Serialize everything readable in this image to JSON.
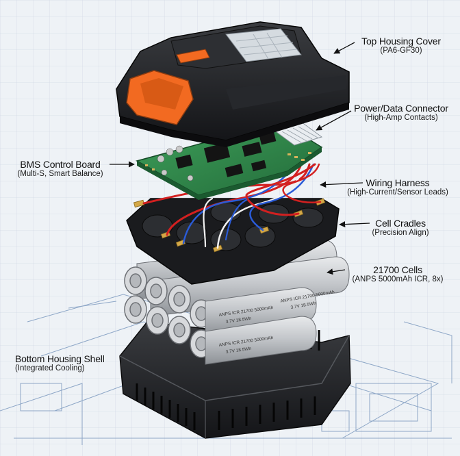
{
  "labels": {
    "top_housing": {
      "title": "Top Housing Cover",
      "sub": "(PA6-GF30)"
    },
    "connector": {
      "title": "Power/Data Connector",
      "sub": "(High-Amp Contacts)"
    },
    "bms": {
      "title": "BMS Control Board",
      "sub": "(Multi-S, Smart Balance)"
    },
    "harness": {
      "title": "Wiring Harness",
      "sub": "(High-Current/Sensor Leads)"
    },
    "cradles": {
      "title": "Cell Cradles",
      "sub": "(Precision Align)"
    },
    "cells": {
      "title": "21700 Cells",
      "sub": "(ANPS 5000mAh ICR, 8x)"
    },
    "bottom": {
      "title": "Bottom Housing Shell",
      "sub": "(Integrated Cooling)"
    }
  },
  "cell_text": {
    "line1": "ANPS ICR 21700 5000mAh",
    "line2": "3.7V 18.5Wh"
  },
  "colors": {
    "housing": "#1c1d20",
    "latch": "#f26a21",
    "pcb": "#2f8a4a",
    "cell": "#b9bcc0",
    "wire_red": "#d32020",
    "wire_blue": "#2a5bd7",
    "wire_white": "#f2f2f2",
    "blueprint": "#6f8fb8"
  }
}
